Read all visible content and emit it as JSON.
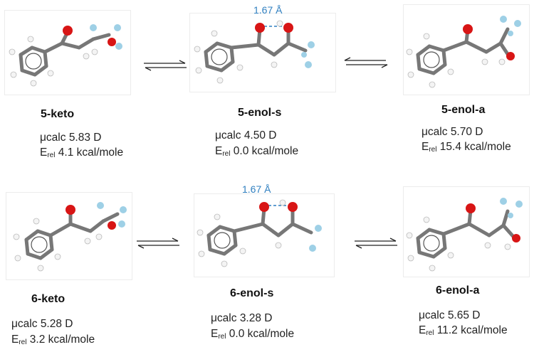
{
  "rows": [
    {
      "compounds": [
        {
          "id": "5-keto",
          "name": "5-keto",
          "mu": "5.83 D",
          "erel": "4.1 kcal/mole"
        },
        {
          "id": "5-enol-s",
          "name": "5-enol-s",
          "mu": "4.50 D",
          "erel": "0.0 kcal/mole",
          "distance": "1.67 Å"
        },
        {
          "id": "5-enol-a",
          "name": "5-enol-a",
          "mu": "5.70 D",
          "erel": "15.4 kcal/mole"
        }
      ]
    },
    {
      "compounds": [
        {
          "id": "6-keto",
          "name": "6-keto",
          "mu": "5.28 D",
          "erel": "3.2 kcal/mole"
        },
        {
          "id": "6-enol-s",
          "name": "6-enol-s",
          "mu": "3.28 D",
          "erel": "0.0 kcal/mole",
          "distance": "1.67 Å"
        },
        {
          "id": "6-enol-a",
          "name": "6-enol-a",
          "mu": "5.65 D",
          "erel": "11.2 kcal/mole"
        }
      ]
    }
  ],
  "labels": {
    "mu_prefix": "μcalc",
    "erel_main": "E",
    "erel_sub": "rel"
  },
  "colors": {
    "carbon": "#8a8a8a",
    "hydrogen": "#f2f2f2",
    "oxygen": "#d81515",
    "fluorine": "#9ed0e6",
    "distance": "#2f7fc0"
  }
}
